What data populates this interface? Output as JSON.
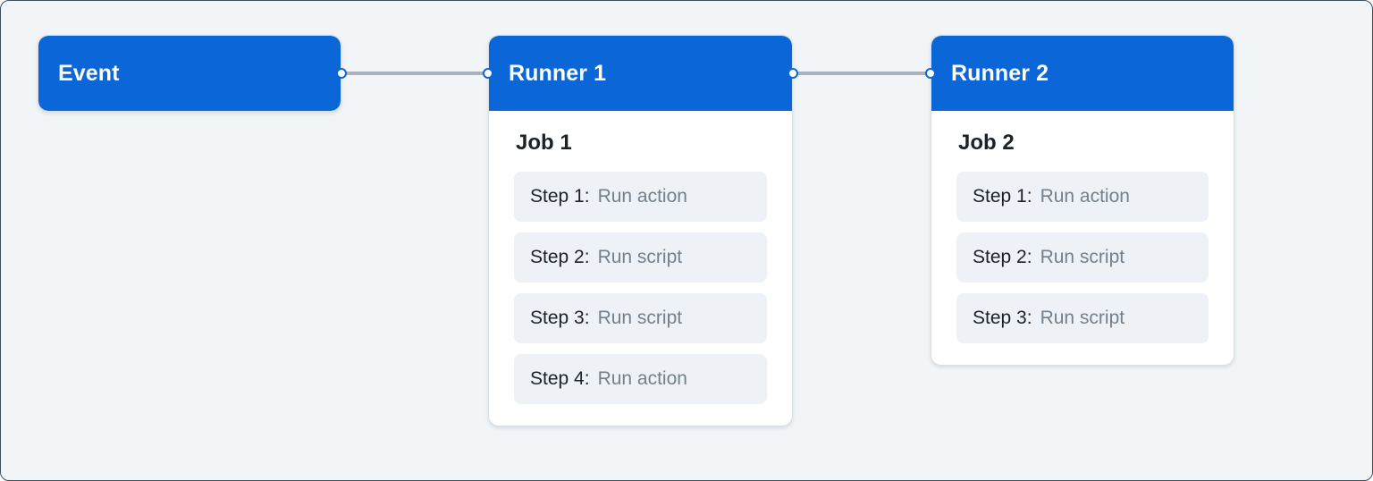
{
  "diagram": {
    "type": "workflow-graph",
    "colors": {
      "canvas_background": "#f1f5f8",
      "node_accent": "#0b66d8",
      "node_background": "#ffffff",
      "step_chip_background": "#eef2f6",
      "edge": "#a8b4bd",
      "handle_fill": "#ffffff",
      "text_primary": "#1c2128",
      "text_muted": "#74808b"
    },
    "nodes": [
      {
        "id": "event",
        "title": "Event",
        "kind": "trigger",
        "body": null
      },
      {
        "id": "runner-1",
        "title": "Runner 1",
        "kind": "runner",
        "body": {
          "job_title": "Job 1",
          "steps": [
            {
              "label": "Step 1:",
              "value": "Run action"
            },
            {
              "label": "Step 2:",
              "value": "Run script"
            },
            {
              "label": "Step 3:",
              "value": "Run script"
            },
            {
              "label": "Step 4:",
              "value": "Run action"
            }
          ]
        }
      },
      {
        "id": "runner-2",
        "title": "Runner 2",
        "kind": "runner",
        "body": {
          "job_title": "Job 2",
          "steps": [
            {
              "label": "Step 1:",
              "value": "Run action"
            },
            {
              "label": "Step 2:",
              "value": "Run script"
            },
            {
              "label": "Step 3:",
              "value": "Run script"
            }
          ]
        }
      }
    ],
    "edges": [
      {
        "from": "event",
        "to": "runner-1"
      },
      {
        "from": "runner-1",
        "to": "runner-2"
      }
    ]
  }
}
